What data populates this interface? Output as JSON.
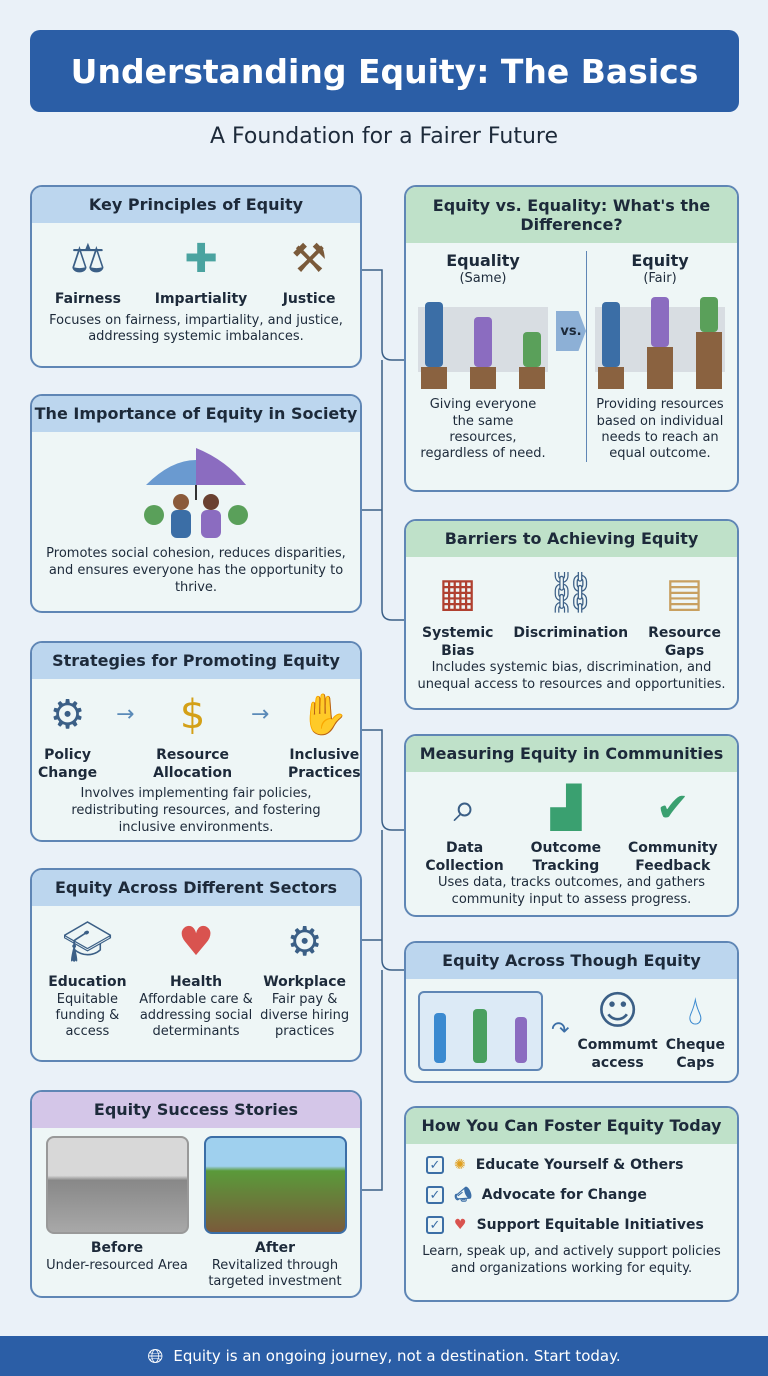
{
  "title": "Understanding Equity: The Basics",
  "subtitle": "A Foundation for a Fairer Future",
  "principles": {
    "title": "Key Principles of Equity",
    "items": [
      "Fairness",
      "Impartiality",
      "Justice"
    ],
    "desc": "Focuses on fairness, impartiality, and justice, addressing systemic imbalances."
  },
  "importance": {
    "title": "The Importance of Equity in Society",
    "desc": "Promotes social cohesion, reduces disparities, and ensures everyone has the opportunity to thrive."
  },
  "strategies": {
    "title": "Strategies for Promoting Equity",
    "items": [
      [
        "Policy",
        "Change"
      ],
      [
        "Resource",
        "Allocation"
      ],
      [
        "Inclusive",
        "Practices"
      ]
    ],
    "desc": "Involves implementing fair policies, redistributing resources, and fostering inclusive environments."
  },
  "sectors": {
    "title": "Equity Across Different Sectors",
    "items": [
      {
        "name": "Education",
        "desc": "Equitable funding & access"
      },
      {
        "name": "Health",
        "desc": "Affordable care & addressing social determinants"
      },
      {
        "name": "Workplace",
        "desc": "Fair pay & diverse hiring practices"
      }
    ]
  },
  "stories": {
    "title": "Equity Success Stories",
    "before": {
      "label": "Before",
      "desc": "Under-resourced Area"
    },
    "after": {
      "label": "After",
      "desc": "Revitalized through targeted investment"
    }
  },
  "versus": {
    "title": "Equity vs. Equality: What's the Difference?",
    "equality": {
      "label": "Equality",
      "sub": "(Same)",
      "desc": "Giving everyone the same resources, regardless of need."
    },
    "vs": "vs.",
    "equity": {
      "label": "Equity",
      "sub": "(Fair)",
      "desc": "Providing resources based on individual needs to reach an equal outcome."
    }
  },
  "barriers": {
    "title": "Barriers to Achieving Equity",
    "items": [
      [
        "Systemic",
        "Bias"
      ],
      [
        "Discrimination",
        ""
      ],
      [
        "Resource",
        "Gaps"
      ]
    ],
    "desc": "Includes systemic bias, discrimination, and unequal access to resources and opportunities."
  },
  "measuring": {
    "title": "Measuring Equity in Communities",
    "items": [
      [
        "Data",
        "Collection"
      ],
      [
        "Outcome",
        "Tracking"
      ],
      [
        "Community",
        "Feedback"
      ]
    ],
    "desc": "Uses data, tracks outcomes, and gathers community input to assess progress."
  },
  "across": {
    "title": "Equity Across Though Equity",
    "items": [
      [
        "Commumt",
        "access"
      ],
      [
        "Cheque",
        "Caps"
      ]
    ]
  },
  "foster": {
    "title": "How You Can Foster Equity Today",
    "items": [
      "Educate Yourself & Others",
      "Advocate for Change",
      "Support Equitable Initiatives"
    ],
    "desc": "Learn, speak up, and actively support policies and organizations working for equity."
  },
  "footer": "Equity is an ongoing journey, not a destination. Start today.",
  "colors": {
    "banner": "#2b5ea6",
    "blue_header": "#bcd6ee",
    "green_header": "#bfe1c9",
    "purple_header": "#d4c6e8"
  }
}
